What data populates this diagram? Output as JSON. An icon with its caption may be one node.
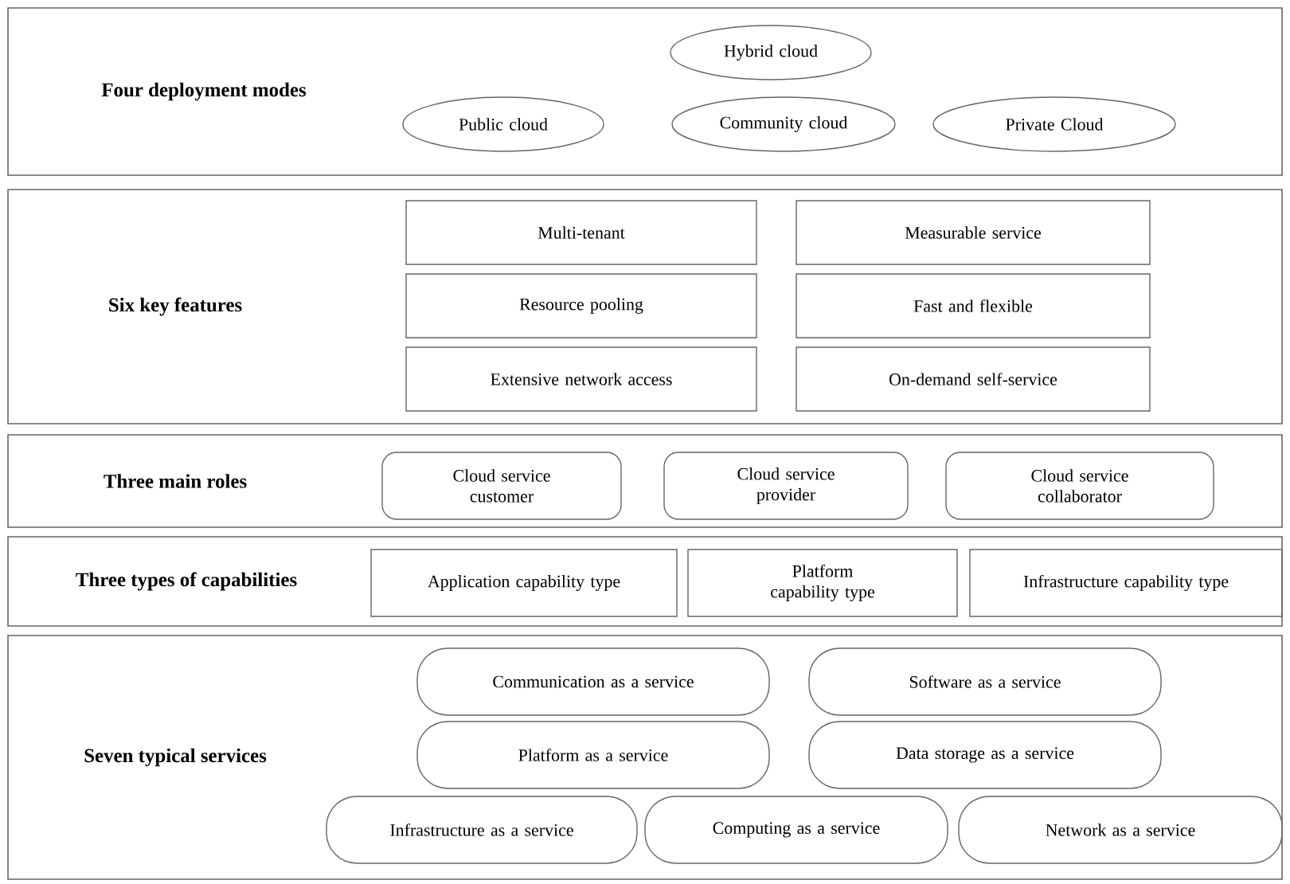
{
  "diagram": {
    "nodes": [
      {
        "text": [
          "Four deployment modes"
        ]
      },
      {
        "text": [
          "Hybrid cloud"
        ],
        "in": 0
      },
      {
        "text": [
          "Public cloud"
        ],
        "in": 0
      },
      {
        "text": [
          "Community cloud"
        ],
        "in": 0
      },
      {
        "text": [
          "Private Cloud"
        ],
        "in": 0
      },
      {
        "text": [
          "Six key features"
        ]
      },
      {
        "text": [
          "Multi-tenant"
        ],
        "in": 5
      },
      {
        "text": [
          "Measurable service"
        ],
        "in": 5
      },
      {
        "text": [
          "Resource pooling"
        ],
        "in": 5
      },
      {
        "text": [
          "Fast and flexible"
        ],
        "in": 5
      },
      {
        "text": [
          "Extensive network access"
        ],
        "in": 5
      },
      {
        "text": [
          "On-demand self-service"
        ],
        "in": 5
      },
      {
        "text": [
          "Three main roles"
        ]
      },
      {
        "text": [
          "Cloud service customer"
        ],
        "in": 12
      },
      {
        "text": [
          "Cloud service provider"
        ],
        "in": 12
      },
      {
        "text": [
          "Cloud service collaborator"
        ],
        "in": 12
      },
      {
        "text": [
          "Three types of capabilities"
        ]
      },
      {
        "text": [
          "Application capability type"
        ],
        "in": 16
      },
      {
        "text": [
          "Platform capability type"
        ],
        "in": 16
      },
      {
        "text": [
          "Infrastructure capability type"
        ],
        "in": 16
      },
      {
        "text": [
          "Seven typical services"
        ]
      },
      {
        "text": [
          "Communication as a service"
        ],
        "in": 20
      },
      {
        "text": [
          "Software as a service"
        ],
        "in": 20
      },
      {
        "text": [
          "Platform as a service"
        ],
        "in": 20
      },
      {
        "text": [
          "Data storage as a service"
        ],
        "in": 20
      },
      {
        "text": [
          "Infrastructure as a service"
        ],
        "in": 20
      },
      {
        "text": [
          "Computing as a service"
        ],
        "in": 20
      },
      {
        "text": [
          "Network as a service"
        ],
        "in": 20
      }
    ]
  }
}
